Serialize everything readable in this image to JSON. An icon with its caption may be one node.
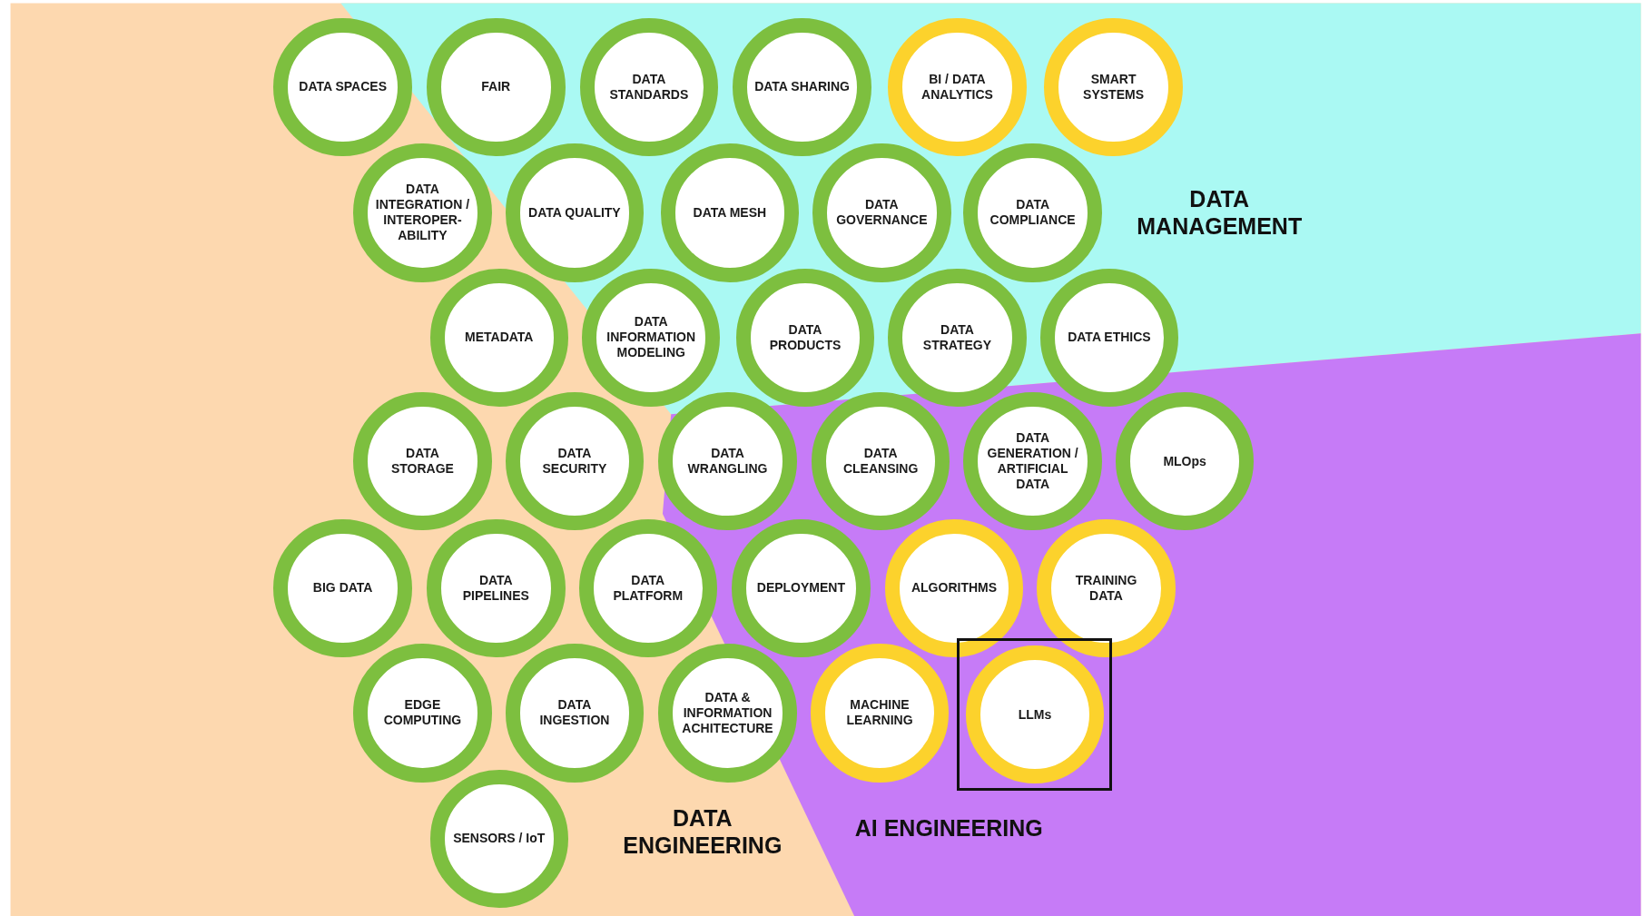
{
  "diagram": {
    "nodes": [
      {
        "text": [
          "DATA SPACES"
        ]
      },
      {
        "text": [
          "FAIR"
        ]
      },
      {
        "text": [
          "DATA STANDARDS"
        ]
      },
      {
        "text": [
          "DATA SHARING"
        ]
      },
      {
        "text": [
          "BI / DATA ANALYTICS"
        ]
      },
      {
        "text": [
          "SMART SYSTEMS"
        ]
      },
      {
        "text": [
          "DATA INTEGRATION / INTEROPER- ABILITY"
        ]
      },
      {
        "text": [
          "DATA QUALITY"
        ]
      },
      {
        "text": [
          "DATA MESH"
        ]
      },
      {
        "text": [
          "DATA GOVERNANCE"
        ]
      },
      {
        "text": [
          "DATA COMPLIANCE"
        ]
      },
      {
        "text": [
          "METADATA"
        ]
      },
      {
        "text": [
          "DATA INFORMATION MODELING"
        ]
      },
      {
        "text": [
          "DATA PRODUCTS"
        ]
      },
      {
        "text": [
          "DATA STRATEGY"
        ]
      },
      {
        "text": [
          "DATA ETHICS"
        ]
      },
      {
        "text": [
          "DATA STORAGE"
        ]
      },
      {
        "text": [
          "DATA SECURITY"
        ]
      },
      {
        "text": [
          "DATA WRANGLING"
        ]
      },
      {
        "text": [
          "DATA CLEANSING"
        ]
      },
      {
        "text": [
          "DATA GENERATION / ARTIFICIAL DATA"
        ]
      },
      {
        "text": [
          "MLOps"
        ]
      },
      {
        "text": [
          "BIG DATA"
        ]
      },
      {
        "text": [
          "DATA PIPELINES"
        ]
      },
      {
        "text": [
          "DATA PLATFORM"
        ]
      },
      {
        "text": [
          "DEPLOYMENT"
        ]
      },
      {
        "text": [
          "ALGORITHMS"
        ]
      },
      {
        "text": [
          "TRAINING DATA"
        ]
      },
      {
        "text": [
          "EDGE COMPUTING"
        ]
      },
      {
        "text": [
          "DATA INGESTION"
        ]
      },
      {
        "text": [
          "DATA & INFORMATION ACHITECTURE"
        ]
      },
      {
        "text": [
          "MACHINE LEARNING"
        ]
      },
      {
        "text": [],
        "shape": "box"
      },
      {
        "text": [
          "LLMs"
        ],
        "in": 32
      },
      {
        "text": [
          "SENSORS / IoT"
        ]
      }
    ],
    "labels": [
      "DATA MANAGEMENT",
      "DATA ENGINEERING",
      "AI ENGINEERING"
    ]
  }
}
